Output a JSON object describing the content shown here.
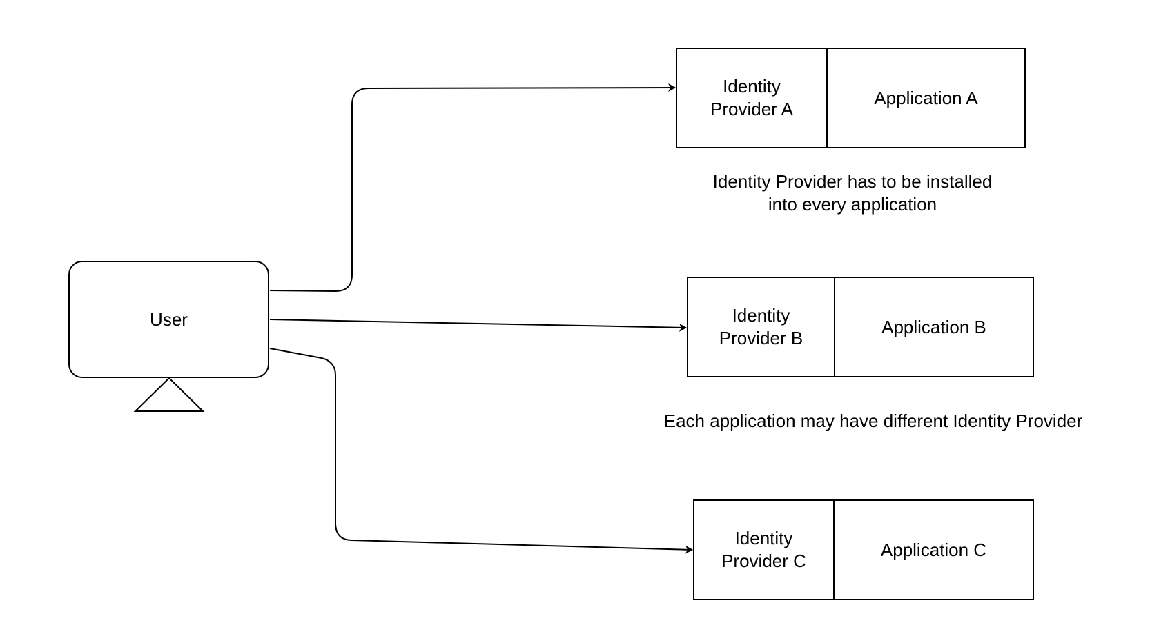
{
  "user": {
    "label": "User"
  },
  "apps": [
    {
      "idp_label": "Identity\nProvider A",
      "app_label": "Application A"
    },
    {
      "idp_label": "Identity\nProvider B",
      "app_label": "Application B"
    },
    {
      "idp_label": "Identity\nProvider C",
      "app_label": "Application C"
    }
  ],
  "notes": {
    "installed": "Identity Provider has to be installed\ninto every application",
    "different": "Each application may have different Identity Provider"
  },
  "colors": {
    "stroke": "#000000",
    "background": "#ffffff"
  }
}
